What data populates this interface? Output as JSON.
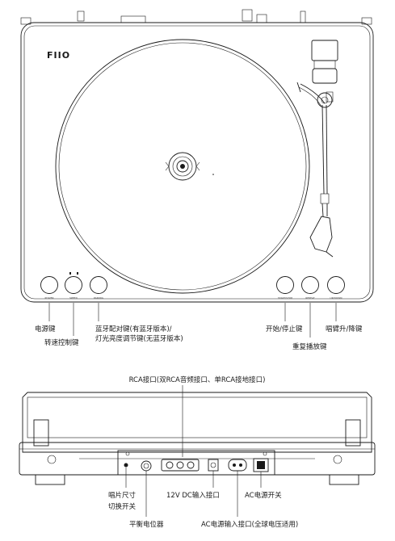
{
  "top_view": {
    "logo": "FIIO",
    "button_caps": {
      "power": "POWER",
      "speed": "SPEED",
      "pairing": "PAIRING",
      "start_stop": "START/STOP",
      "repeat": "REPEAT",
      "up_down": "UP/DOWN"
    },
    "labels": {
      "power_key": "电源键",
      "speed_key": "转速控制键",
      "bt_key_line1": "蓝牙配对键(有蓝牙版本)/",
      "bt_key_line2": "灯光亮度调节键(无蓝牙版本)",
      "start_stop_key": "开始/停止键",
      "repeat_key": "重复播放键",
      "arm_key": "唱臂升/降键"
    }
  },
  "rear_view": {
    "labels": {
      "rca": "RCA接口(双RCA音频接口、单RCA接地接口)",
      "size_line1": "唱片尺寸",
      "size_line2": "切换开关",
      "balance": "平衡电位器",
      "dc_in": "12V DC输入接口",
      "ac_in": "AC电源输入接口(全球电压适用)",
      "ac_switch": "AC电源开关"
    }
  }
}
